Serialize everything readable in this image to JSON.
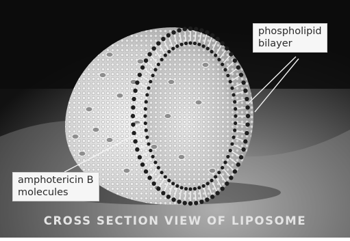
{
  "labels": {
    "bilayer": [
      "phospholipid",
      "bilayer"
    ],
    "drug": [
      "amphotericin B",
      "molecules"
    ]
  },
  "caption": "CROSS SECTION VIEW OF LIPOSOME",
  "colors": {
    "background_dark": "#101010",
    "background_mid": "#5a5a5a",
    "sphere_light": "#d8d8d8",
    "head_dark": "#1e1e1e",
    "leader_line": "#f2f2f2"
  }
}
